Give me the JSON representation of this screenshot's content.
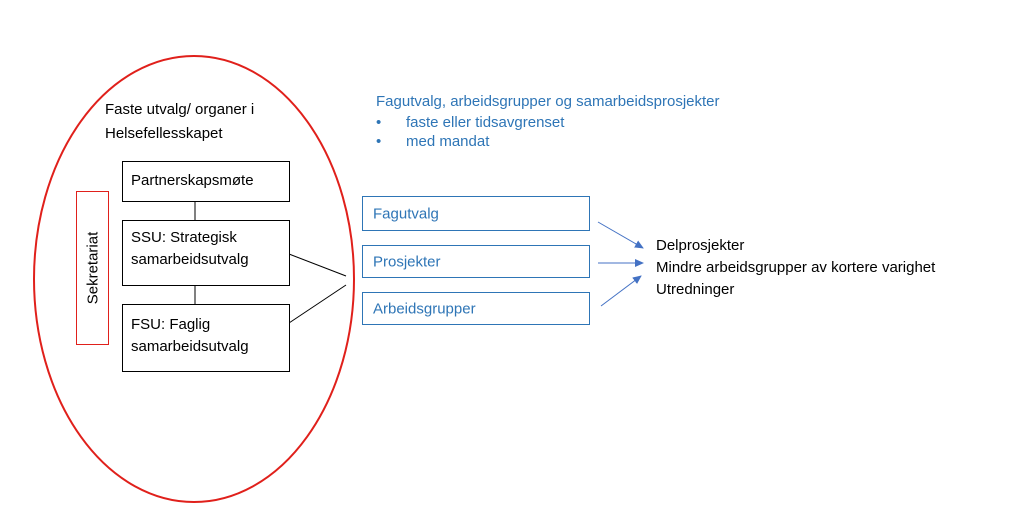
{
  "diagram": {
    "ellipse_title": [
      "Faste utvalg/ organer i",
      "Helsefellesskapet"
    ],
    "sekretariat": "Sekretariat",
    "partnerskap": "Partnerskapsmøte",
    "ssu": [
      "SSU: Strategisk",
      "samarbeidsutvalg"
    ],
    "fsu": [
      "FSU: Faglig",
      "samarbeidsutvalg"
    ],
    "header": "Fagutvalg, arbeidsgrupper og samarbeidsprosjekter",
    "bullets": [
      "faste eller tidsavgrenset",
      "med mandat"
    ],
    "bullet_symbol": "•",
    "groups": [
      "Fagutvalg",
      "Prosjekter",
      "Arbeidsgrupper"
    ],
    "outputs": [
      "Delprosjekter",
      "Mindre arbeidsgrupper av kortere varighet",
      "Utredninger"
    ],
    "colors": {
      "ellipse": "#e0201b",
      "accent_blue": "#2e75b6",
      "arrow": "#4472c4",
      "line": "#000000"
    }
  }
}
